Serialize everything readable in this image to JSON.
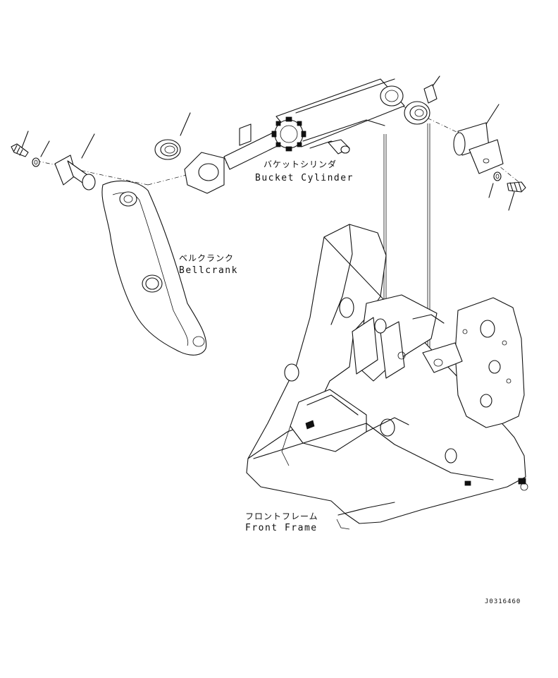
{
  "labels": {
    "bucket_cylinder_jp": "バケットシリンダ",
    "bucket_cylinder_en": "Bucket Cylinder",
    "bellcrank_jp": "ベルクランク",
    "bellcrank_en": "Bellcrank",
    "front_frame_jp": "フロントフレーム",
    "front_frame_en": "Front Frame",
    "drawing_code": "J0316460"
  }
}
